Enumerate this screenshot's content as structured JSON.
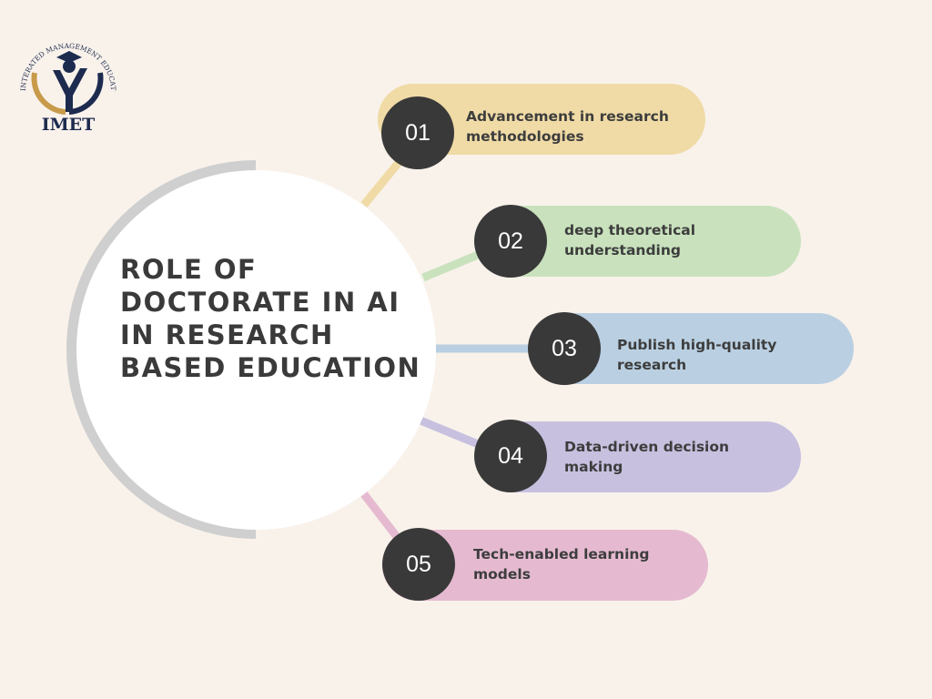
{
  "logo": {
    "name": "IMET",
    "ring_text": "INTERATED MANAGEMENT EDUCATIONAL TECHNOLOGY"
  },
  "title": "ROLE OF DOCTORATE IN AI IN RESEARCH BASED EDUCATION",
  "items": [
    {
      "number": "01",
      "text": "Advancement in research methodologies",
      "color": "#f0dba6"
    },
    {
      "number": "02",
      "text": "deep theoretical understanding",
      "color": "#c9e2bd"
    },
    {
      "number": "03",
      "text": "Publish high-quality research",
      "color": "#bad0e2"
    },
    {
      "number": "04",
      "text": "Data-driven decision making",
      "color": "#c7c0df"
    },
    {
      "number": "05",
      "text": "Tech-enabled learning models",
      "color": "#e5bad0"
    }
  ]
}
